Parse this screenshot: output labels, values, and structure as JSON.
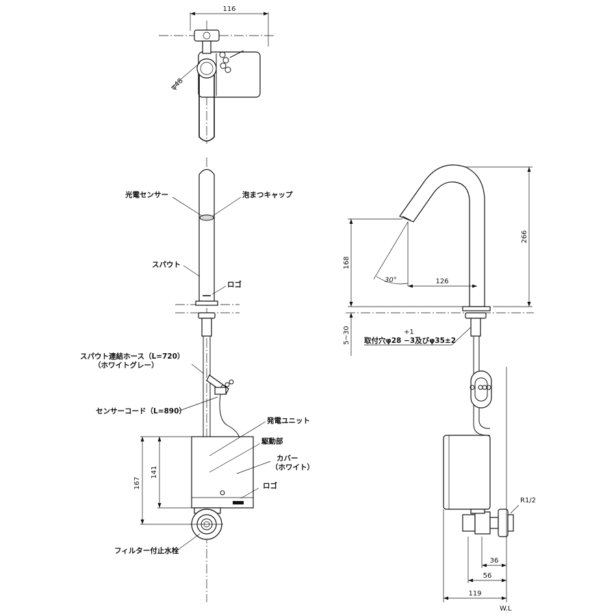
{
  "top_view": {
    "dim_width": "116",
    "dim_diameter": "φ48"
  },
  "front_view": {
    "labels": {
      "photo_sensor": "光電センサー",
      "aerator_cap": "泡まつキャップ",
      "spout": "スパウト",
      "logo_upper": "ロゴ",
      "hose_line1": "スパウト連結ホース（L=720）",
      "hose_line2": "（ホワイトグレー）",
      "sensor_cord": "センサーコード（L=890）",
      "generator_unit": "発電ユニット",
      "drive_unit": "駆動部",
      "cover_line1": "カバー",
      "cover_line2": "（ホワイト）",
      "logo_lower": "ロゴ",
      "filter_valve": "フィルター付止水栓"
    },
    "dims": {
      "total_height": "167",
      "unit_height": "141"
    }
  },
  "side_view": {
    "dims": {
      "spout_height": "266",
      "outlet_height": "168",
      "spray_angle": "30°",
      "reach": "126",
      "counter_thickness": "5~30",
      "hole_tolerance": "+1",
      "hole_spec": "取付穴φ28 −3及びφ35±2",
      "thread": "R1/2",
      "dim_36": "36",
      "dim_56": "56",
      "dim_119": "119",
      "wall_line": "W.L"
    }
  }
}
